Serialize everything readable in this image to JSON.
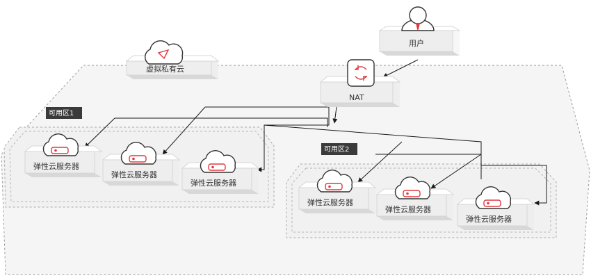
{
  "nodes": {
    "user": "用户",
    "nat": "NAT",
    "vpc": "虚拟私有云",
    "az1": "可用区1",
    "az2": "可用区2",
    "ecs": "弹性云服务器"
  },
  "colors": {
    "accent": "#e0383e",
    "line": "#1a1a1a",
    "tag_bg": "#3a3a3a",
    "platform_top": "#f8f8f8",
    "platform_front": "#dcdcdc",
    "dashed": "#9b9b9b"
  },
  "icons": {
    "user": "user-icon",
    "nat": "nat-gateway-icon",
    "vpc": "vpc-cloud-icon",
    "ecs": "ecs-cloud-server-icon"
  }
}
